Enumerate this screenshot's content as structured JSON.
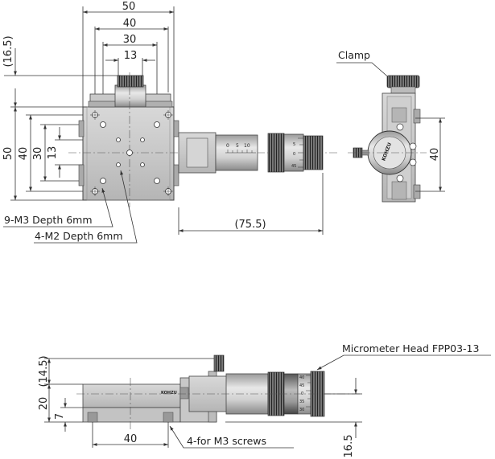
{
  "top_view": {
    "dim_width_50": "50",
    "dim_width_40": "40",
    "dim_width_30": "30",
    "dim_width_13": "13",
    "dim_height_16_5": "(16.5)",
    "dim_height_50": "50",
    "dim_height_40": "40",
    "dim_height_30": "30",
    "dim_height_13": "13",
    "dim_travel_75_5": "(75.5)",
    "label_m3_holes": "9-M3 Depth 6mm",
    "label_m2_holes": "4-M2 Depth 6mm"
  },
  "end_view": {
    "label_clamp": "Clamp",
    "dim_height_40": "40",
    "brand": "KOHZU"
  },
  "side_view": {
    "label_micrometer": "Micrometer Head FPP03-13",
    "dim_14_5": "(14.5)",
    "dim_20": "20",
    "dim_7": "7",
    "dim_40": "40",
    "dim_16_5": "16.5",
    "label_mount_screws": "4-for M3 screws",
    "brand": "KOHZU"
  },
  "micrometer_scale": {
    "top_ticks": [
      "0",
      "5",
      "10"
    ],
    "thimble_ticks": [
      "5",
      "0",
      "45"
    ],
    "side_thimble_ticks": [
      "40",
      "45",
      "0",
      "35",
      "30"
    ]
  }
}
